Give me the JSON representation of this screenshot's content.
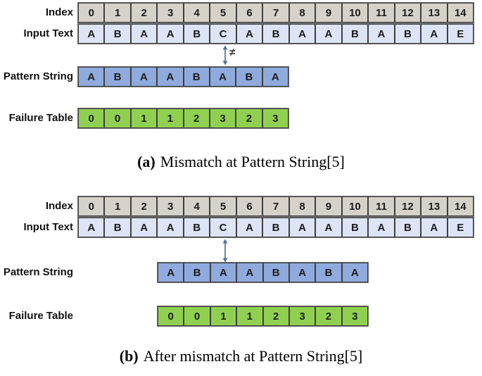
{
  "colors": {
    "index_fill": "#d6d2ca",
    "input_fill": "#dce4f5",
    "pattern_fill": "#8faadc",
    "failure_fill": "#90d050",
    "cell_border": "#3f3f3f",
    "outer_border": "#6e6e6e",
    "arrow": "#4f72a3"
  },
  "row_labels": {
    "index": "Index",
    "input_text": "Input Text",
    "pattern_string": "Pattern String",
    "failure_table": "Failure Table"
  },
  "section_a": {
    "index": [
      "0",
      "1",
      "2",
      "3",
      "4",
      "5",
      "6",
      "7",
      "8",
      "9",
      "10",
      "11",
      "12",
      "13",
      "14"
    ],
    "input_text": [
      "A",
      "B",
      "A",
      "A",
      "B",
      "C",
      "A",
      "B",
      "A",
      "A",
      "B",
      "A",
      "B",
      "A",
      "E"
    ],
    "pattern_string": [
      "A",
      "B",
      "A",
      "A",
      "B",
      "A",
      "B",
      "A"
    ],
    "failure_table": [
      "0",
      "0",
      "1",
      "1",
      "2",
      "3",
      "2",
      "3"
    ],
    "mismatch_symbol": "≠",
    "caption": {
      "marker": "(a)",
      "text": "Mismatch at Pattern String[5]"
    }
  },
  "section_b": {
    "index": [
      "0",
      "1",
      "2",
      "3",
      "4",
      "5",
      "6",
      "7",
      "8",
      "9",
      "10",
      "11",
      "12",
      "13",
      "14"
    ],
    "input_text": [
      "A",
      "B",
      "A",
      "A",
      "B",
      "C",
      "A",
      "B",
      "A",
      "A",
      "B",
      "A",
      "B",
      "A",
      "E"
    ],
    "pattern_string": [
      "A",
      "B",
      "A",
      "A",
      "B",
      "A",
      "B",
      "A"
    ],
    "failure_table": [
      "0",
      "0",
      "1",
      "1",
      "2",
      "3",
      "2",
      "3"
    ],
    "caption": {
      "marker": "(b)",
      "text": "After mismatch at Pattern String[5]"
    }
  }
}
